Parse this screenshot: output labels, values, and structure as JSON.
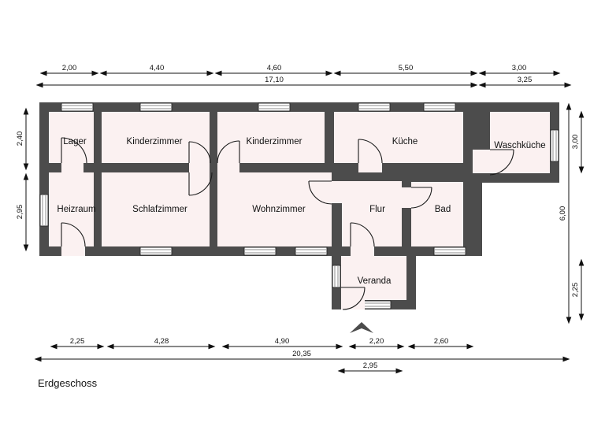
{
  "title": "Erdgeschoss",
  "colors": {
    "wall": "#4c4c4c",
    "room_fill": "#fbf1f1",
    "line": "#111111",
    "background": "#ffffff",
    "window": "#ffffff"
  },
  "rooms": [
    {
      "key": "lager",
      "label": "Lager"
    },
    {
      "key": "kinderzimmer1",
      "label": "Kinderzimmer"
    },
    {
      "key": "kinderzimmer2",
      "label": "Kinderzimmer"
    },
    {
      "key": "kueche",
      "label": "Küche"
    },
    {
      "key": "waschkueche",
      "label": "Waschküche"
    },
    {
      "key": "heizraum",
      "label": "Heizraum"
    },
    {
      "key": "schlafzimmer",
      "label": "Schlafzimmer"
    },
    {
      "key": "wohnzimmer",
      "label": "Wohnzimmer"
    },
    {
      "key": "flur",
      "label": "Flur"
    },
    {
      "key": "bad",
      "label": "Bad"
    },
    {
      "key": "veranda",
      "label": "Veranda"
    }
  ],
  "dimensions": {
    "top_segments": [
      "2,00",
      "4,40",
      "4,60",
      "5,50",
      "3,00"
    ],
    "top_total_left": "17,10",
    "top_total_right": "3,25",
    "bottom_segments": [
      "2,25",
      "4,28",
      "4,90",
      "2,20",
      "2,60"
    ],
    "bottom_total": "20,35",
    "bottom_extra": "2,95",
    "left_segments": [
      "2,40",
      "2,95"
    ],
    "right_total": "6,00",
    "right_segments": [
      "3,00",
      "2,25"
    ]
  },
  "north_arrow": "north-arrow"
}
